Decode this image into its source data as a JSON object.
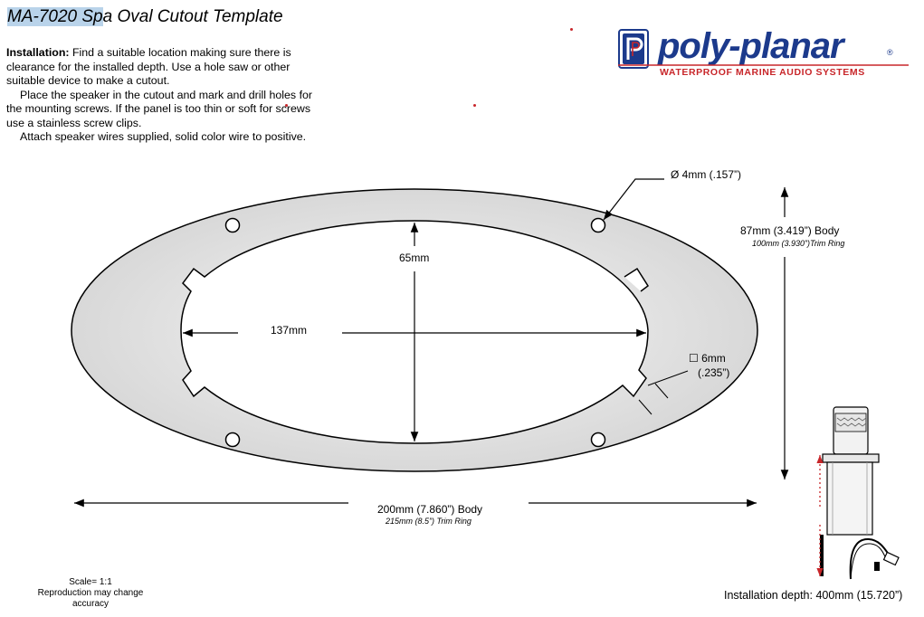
{
  "title": {
    "model": "MA-7020 Spa",
    "model_highlight": "MA-7020 Sp",
    "model_rest": "a",
    "rest": " Oval Cutout Template"
  },
  "installation": {
    "heading": "Installation:",
    "para1": " Find a suitable location making sure there is clearance for the installed depth.  Use a hole saw or other suitable device to make a cutout.",
    "para2": "Place the speaker in the cutout and mark and drill holes for the mounting screws. If the panel is too thin or soft for screws use a stainless screw clips.",
    "para3": "Attach speaker wires supplied, solid color wire to positive."
  },
  "logo": {
    "brand": "poly-planar",
    "registered": "®",
    "tagline": "WATERPROOF MARINE AUDIO SYSTEMS",
    "colors": {
      "brand": "#1c3a8c",
      "tagline": "#c8262a"
    }
  },
  "dimensions": {
    "hole": "Ø 4mm (.157”)",
    "inner_height": "65mm",
    "inner_width": "137mm",
    "height_body": "87mm (3.419”) Body",
    "height_trim": "100mm (3.930”)Trim Ring",
    "tab_label": "☐ 6mm",
    "tab_inch": "(.235”)",
    "width_body": "200mm (7.860”) Body",
    "width_trim": "215mm (8.5”) Trim Ring"
  },
  "footer": {
    "scale": "Scale= 1:1",
    "note_line1": "Reproduction may change",
    "note_line2": "accuracy",
    "install_depth": "Installation depth: 400mm (15.720”)"
  }
}
